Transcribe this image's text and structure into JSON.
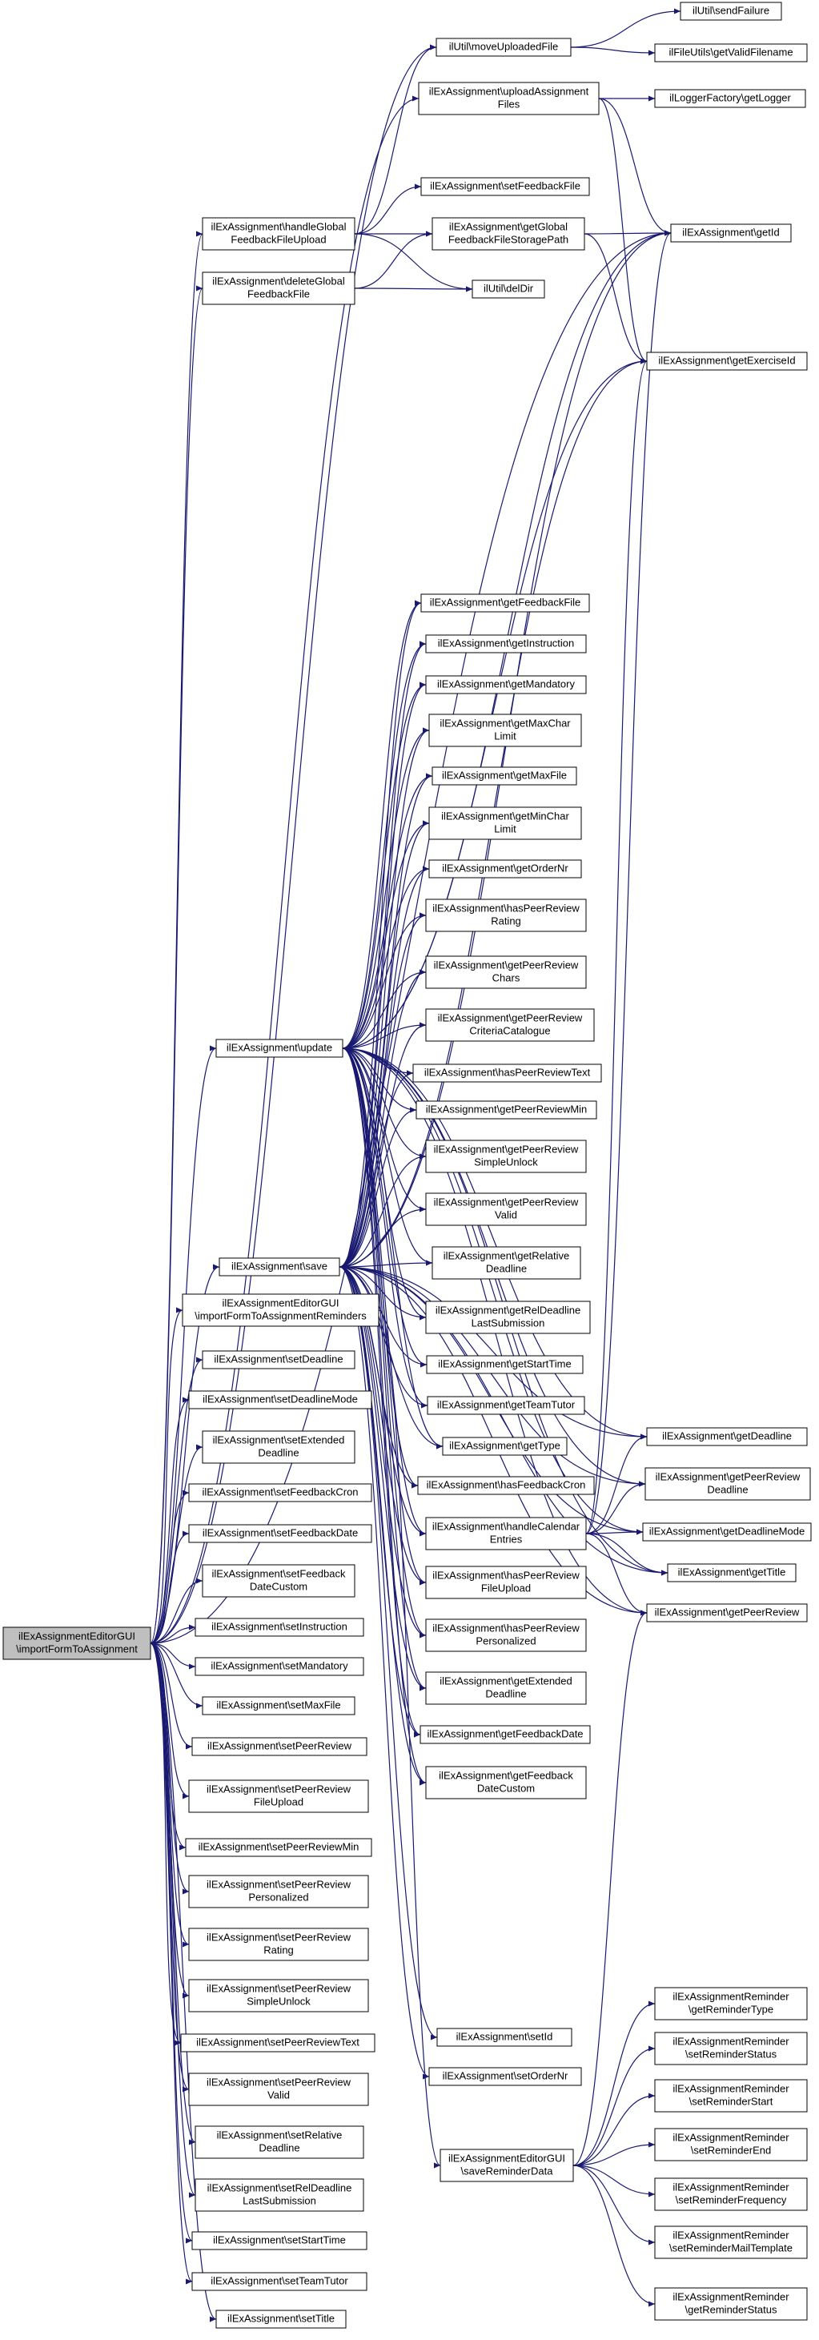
{
  "root": "ilExAssignmentEditorGUI\\importFormToAssignment",
  "nodes": [
    {
      "id": "root",
      "lines": [
        "ilExAssignmentEditorGUI",
        "\\importFormToAssignment"
      ]
    },
    {
      "id": "moveUploaded",
      "lines": [
        "ilUtil\\moveUploadedFile"
      ]
    },
    {
      "id": "sendFailure",
      "lines": [
        "ilUtil\\sendFailure"
      ]
    },
    {
      "id": "getValidFilename",
      "lines": [
        "ilFileUtils\\getValidFilename"
      ]
    },
    {
      "id": "uploadFiles",
      "lines": [
        "ilExAssignment\\uploadAssignment",
        "Files"
      ]
    },
    {
      "id": "getLogger",
      "lines": [
        "ilLoggerFactory\\getLogger"
      ]
    },
    {
      "id": "setFeedbackFile",
      "lines": [
        "ilExAssignment\\setFeedbackFile"
      ]
    },
    {
      "id": "handleGlobal",
      "lines": [
        "ilExAssignment\\handleGlobal",
        "FeedbackFileUpload"
      ]
    },
    {
      "id": "getGlobalPath",
      "lines": [
        "ilExAssignment\\getGlobal",
        "FeedbackFileStoragePath"
      ]
    },
    {
      "id": "getId",
      "lines": [
        "ilExAssignment\\getId"
      ]
    },
    {
      "id": "deleteGlobal",
      "lines": [
        "ilExAssignment\\deleteGlobal",
        "FeedbackFile"
      ]
    },
    {
      "id": "delDir",
      "lines": [
        "ilUtil\\delDir"
      ]
    },
    {
      "id": "getExerciseId",
      "lines": [
        "ilExAssignment\\getExerciseId"
      ]
    },
    {
      "id": "getFeedbackFile",
      "lines": [
        "ilExAssignment\\getFeedbackFile"
      ]
    },
    {
      "id": "getInstruction",
      "lines": [
        "ilExAssignment\\getInstruction"
      ]
    },
    {
      "id": "getMandatory",
      "lines": [
        "ilExAssignment\\getMandatory"
      ]
    },
    {
      "id": "getMaxChar",
      "lines": [
        "ilExAssignment\\getMaxChar",
        "Limit"
      ]
    },
    {
      "id": "getMaxFile",
      "lines": [
        "ilExAssignment\\getMaxFile"
      ]
    },
    {
      "id": "getMinChar",
      "lines": [
        "ilExAssignment\\getMinChar",
        "Limit"
      ]
    },
    {
      "id": "getOrderNr",
      "lines": [
        "ilExAssignment\\getOrderNr"
      ]
    },
    {
      "id": "hasPRRating",
      "lines": [
        "ilExAssignment\\hasPeerReview",
        "Rating"
      ]
    },
    {
      "id": "getPRChars",
      "lines": [
        "ilExAssignment\\getPeerReview",
        "Chars"
      ]
    },
    {
      "id": "getPRCrit",
      "lines": [
        "ilExAssignment\\getPeerReview",
        "CriteriaCatalogue"
      ]
    },
    {
      "id": "update",
      "lines": [
        "ilExAssignment\\update"
      ]
    },
    {
      "id": "hasPRText",
      "lines": [
        "ilExAssignment\\hasPeerReviewText"
      ]
    },
    {
      "id": "getPRMin",
      "lines": [
        "ilExAssignment\\getPeerReviewMin"
      ]
    },
    {
      "id": "getPRSimple",
      "lines": [
        "ilExAssignment\\getPeerReview",
        "SimpleUnlock"
      ]
    },
    {
      "id": "getPRValid",
      "lines": [
        "ilExAssignment\\getPeerReview",
        "Valid"
      ]
    },
    {
      "id": "save",
      "lines": [
        "ilExAssignment\\save"
      ]
    },
    {
      "id": "getRelDeadline",
      "lines": [
        "ilExAssignment\\getRelative",
        "Deadline"
      ]
    },
    {
      "id": "importReminders",
      "lines": [
        "ilExAssignmentEditorGUI",
        "\\importFormToAssignmentReminders"
      ]
    },
    {
      "id": "getRelDeadlineLast",
      "lines": [
        "ilExAssignment\\getRelDeadline",
        "LastSubmission"
      ]
    },
    {
      "id": "setDeadline",
      "lines": [
        "ilExAssignment\\setDeadline"
      ]
    },
    {
      "id": "getStartTime",
      "lines": [
        "ilExAssignment\\getStartTime"
      ]
    },
    {
      "id": "setDeadlineMode",
      "lines": [
        "ilExAssignment\\setDeadlineMode"
      ]
    },
    {
      "id": "getTeamTutor",
      "lines": [
        "ilExAssignment\\getTeamTutor"
      ]
    },
    {
      "id": "setExtended",
      "lines": [
        "ilExAssignment\\setExtended",
        "Deadline"
      ]
    },
    {
      "id": "getType",
      "lines": [
        "ilExAssignment\\getType"
      ]
    },
    {
      "id": "getDeadline",
      "lines": [
        "ilExAssignment\\getDeadline"
      ]
    },
    {
      "id": "setFeedbackCron",
      "lines": [
        "ilExAssignment\\setFeedbackCron"
      ]
    },
    {
      "id": "hasFeedbackCron",
      "lines": [
        "ilExAssignment\\hasFeedbackCron"
      ]
    },
    {
      "id": "getPRDeadline",
      "lines": [
        "ilExAssignment\\getPeerReview",
        "Deadline"
      ]
    },
    {
      "id": "setFeedbackDate",
      "lines": [
        "ilExAssignment\\setFeedbackDate"
      ]
    },
    {
      "id": "handleCalendar",
      "lines": [
        "ilExAssignment\\handleCalendar",
        "Entries"
      ]
    },
    {
      "id": "getDeadlineMode",
      "lines": [
        "ilExAssignment\\getDeadlineMode"
      ]
    },
    {
      "id": "setFeedbackCustom",
      "lines": [
        "ilExAssignment\\setFeedback",
        "DateCustom"
      ]
    },
    {
      "id": "hasPRFile",
      "lines": [
        "ilExAssignment\\hasPeerReview",
        "FileUpload"
      ]
    },
    {
      "id": "getTitle",
      "lines": [
        "ilExAssignment\\getTitle"
      ]
    },
    {
      "id": "setInstruction",
      "lines": [
        "ilExAssignment\\setInstruction"
      ]
    },
    {
      "id": "getPeerReview",
      "lines": [
        "ilExAssignment\\getPeerReview"
      ]
    },
    {
      "id": "hasPRPers",
      "lines": [
        "ilExAssignment\\hasPeerReview",
        "Personalized"
      ]
    },
    {
      "id": "setMandatory",
      "lines": [
        "ilExAssignment\\setMandatory"
      ]
    },
    {
      "id": "setMaxFile",
      "lines": [
        "ilExAssignment\\setMaxFile"
      ]
    },
    {
      "id": "getExtDeadline",
      "lines": [
        "ilExAssignment\\getExtended",
        "Deadline"
      ]
    },
    {
      "id": "setPeerReview",
      "lines": [
        "ilExAssignment\\setPeerReview"
      ]
    },
    {
      "id": "getFeedbackDate",
      "lines": [
        "ilExAssignment\\getFeedbackDate"
      ]
    },
    {
      "id": "setPRFile",
      "lines": [
        "ilExAssignment\\setPeerReview",
        "FileUpload"
      ]
    },
    {
      "id": "getFeedbackCustom",
      "lines": [
        "ilExAssignment\\getFeedback",
        "DateCustom"
      ]
    },
    {
      "id": "setPRMin",
      "lines": [
        "ilExAssignment\\setPeerReviewMin"
      ]
    },
    {
      "id": "setPRPers",
      "lines": [
        "ilExAssignment\\setPeerReview",
        "Personalized"
      ]
    },
    {
      "id": "setPRRating",
      "lines": [
        "ilExAssignment\\setPeerReview",
        "Rating"
      ]
    },
    {
      "id": "setPRSimple",
      "lines": [
        "ilExAssignment\\setPeerReview",
        "SimpleUnlock"
      ]
    },
    {
      "id": "setId",
      "lines": [
        "ilExAssignment\\setId"
      ]
    },
    {
      "id": "setPRText",
      "lines": [
        "ilExAssignment\\setPeerReviewText"
      ]
    },
    {
      "id": "setOrderNr",
      "lines": [
        "ilExAssignment\\setOrderNr"
      ]
    },
    {
      "id": "setPRValid",
      "lines": [
        "ilExAssignment\\setPeerReview",
        "Valid"
      ]
    },
    {
      "id": "setRelDeadline",
      "lines": [
        "ilExAssignment\\setRelative",
        "Deadline"
      ]
    },
    {
      "id": "saveReminder",
      "lines": [
        "ilExAssignmentEditorGUI",
        "\\saveReminderData"
      ]
    },
    {
      "id": "setRelDeadlineLast",
      "lines": [
        "ilExAssignment\\setRelDeadline",
        "LastSubmission"
      ]
    },
    {
      "id": "setStartTime",
      "lines": [
        "ilExAssignment\\setStartTime"
      ]
    },
    {
      "id": "setTeamTutor",
      "lines": [
        "ilExAssignment\\setTeamTutor"
      ]
    },
    {
      "id": "setTitle",
      "lines": [
        "ilExAssignment\\setTitle"
      ]
    },
    {
      "id": "remGetType",
      "lines": [
        "ilExAssignmentReminder",
        "\\getReminderType"
      ]
    },
    {
      "id": "remSetStatus",
      "lines": [
        "ilExAssignmentReminder",
        "\\setReminderStatus"
      ]
    },
    {
      "id": "remSetStart",
      "lines": [
        "ilExAssignmentReminder",
        "\\setReminderStart"
      ]
    },
    {
      "id": "remSetEnd",
      "lines": [
        "ilExAssignmentReminder",
        "\\setReminderEnd"
      ]
    },
    {
      "id": "remSetFreq",
      "lines": [
        "ilExAssignmentReminder",
        "\\setReminderFrequency"
      ]
    },
    {
      "id": "remSetMail",
      "lines": [
        "ilExAssignmentReminder",
        "\\setReminderMailTemplate"
      ]
    },
    {
      "id": "remGetStatus",
      "lines": [
        "ilExAssignmentReminder",
        "\\getReminderStatus"
      ]
    }
  ],
  "edges": [
    [
      "root",
      "moveUploaded"
    ],
    [
      "root",
      "uploadFiles"
    ],
    [
      "root",
      "getId"
    ],
    [
      "root",
      "handleGlobal"
    ],
    [
      "root",
      "deleteGlobal"
    ],
    [
      "root",
      "update"
    ],
    [
      "root",
      "save"
    ],
    [
      "root",
      "importReminders"
    ],
    [
      "root",
      "setDeadline"
    ],
    [
      "root",
      "setDeadlineMode"
    ],
    [
      "root",
      "setExtended"
    ],
    [
      "root",
      "setFeedbackCron"
    ],
    [
      "root",
      "setFeedbackDate"
    ],
    [
      "root",
      "setFeedbackCustom"
    ],
    [
      "root",
      "setInstruction"
    ],
    [
      "root",
      "setMandatory"
    ],
    [
      "root",
      "setMaxFile"
    ],
    [
      "root",
      "setPeerReview"
    ],
    [
      "root",
      "setPRFile"
    ],
    [
      "root",
      "setPRMin"
    ],
    [
      "root",
      "setPRPers"
    ],
    [
      "root",
      "setPRRating"
    ],
    [
      "root",
      "setPRSimple"
    ],
    [
      "root",
      "setPRText"
    ],
    [
      "root",
      "setPRValid"
    ],
    [
      "root",
      "setRelDeadline"
    ],
    [
      "root",
      "setRelDeadlineLast"
    ],
    [
      "root",
      "setStartTime"
    ],
    [
      "root",
      "setTeamTutor"
    ],
    [
      "root",
      "setTitle"
    ],
    [
      "moveUploaded",
      "sendFailure"
    ],
    [
      "moveUploaded",
      "getValidFilename"
    ],
    [
      "uploadFiles",
      "getLogger"
    ],
    [
      "uploadFiles",
      "getId"
    ],
    [
      "uploadFiles",
      "getExerciseId"
    ],
    [
      "handleGlobal",
      "setFeedbackFile"
    ],
    [
      "handleGlobal",
      "getGlobalPath"
    ],
    [
      "handleGlobal",
      "delDir"
    ],
    [
      "handleGlobal",
      "moveUploaded"
    ],
    [
      "getGlobalPath",
      "getId"
    ],
    [
      "getGlobalPath",
      "getExerciseId"
    ],
    [
      "deleteGlobal",
      "getGlobalPath"
    ],
    [
      "deleteGlobal",
      "delDir"
    ],
    [
      "update",
      "getId"
    ],
    [
      "update",
      "getExerciseId"
    ],
    [
      "update",
      "getFeedbackFile"
    ],
    [
      "update",
      "getInstruction"
    ],
    [
      "update",
      "getMandatory"
    ],
    [
      "update",
      "getMaxChar"
    ],
    [
      "update",
      "getMaxFile"
    ],
    [
      "update",
      "getMinChar"
    ],
    [
      "update",
      "getOrderNr"
    ],
    [
      "update",
      "hasPRRating"
    ],
    [
      "update",
      "getPRChars"
    ],
    [
      "update",
      "getPRCrit"
    ],
    [
      "update",
      "hasPRText"
    ],
    [
      "update",
      "getPRMin"
    ],
    [
      "update",
      "getPRSimple"
    ],
    [
      "update",
      "getPRValid"
    ],
    [
      "update",
      "getRelDeadline"
    ],
    [
      "update",
      "getRelDeadlineLast"
    ],
    [
      "update",
      "getStartTime"
    ],
    [
      "update",
      "getTeamTutor"
    ],
    [
      "update",
      "getType"
    ],
    [
      "update",
      "hasFeedbackCron"
    ],
    [
      "update",
      "handleCalendar"
    ],
    [
      "update",
      "hasPRFile"
    ],
    [
      "update",
      "hasPRPers"
    ],
    [
      "update",
      "getExtDeadline"
    ],
    [
      "update",
      "getFeedbackDate"
    ],
    [
      "update",
      "getFeedbackCustom"
    ],
    [
      "update",
      "getDeadline"
    ],
    [
      "update",
      "getDeadlineMode"
    ],
    [
      "update",
      "getTitle"
    ],
    [
      "update",
      "getPeerReview"
    ],
    [
      "update",
      "getPRDeadline"
    ],
    [
      "save",
      "getId"
    ],
    [
      "save",
      "getExerciseId"
    ],
    [
      "save",
      "getFeedbackFile"
    ],
    [
      "save",
      "getInstruction"
    ],
    [
      "save",
      "getMandatory"
    ],
    [
      "save",
      "getMaxChar"
    ],
    [
      "save",
      "getMaxFile"
    ],
    [
      "save",
      "getMinChar"
    ],
    [
      "save",
      "getOrderNr"
    ],
    [
      "save",
      "hasPRRating"
    ],
    [
      "save",
      "getPRChars"
    ],
    [
      "save",
      "getPRCrit"
    ],
    [
      "save",
      "hasPRText"
    ],
    [
      "save",
      "getPRMin"
    ],
    [
      "save",
      "getPRSimple"
    ],
    [
      "save",
      "getPRValid"
    ],
    [
      "save",
      "getRelDeadline"
    ],
    [
      "save",
      "getRelDeadlineLast"
    ],
    [
      "save",
      "getStartTime"
    ],
    [
      "save",
      "getTeamTutor"
    ],
    [
      "save",
      "getType"
    ],
    [
      "save",
      "hasFeedbackCron"
    ],
    [
      "save",
      "handleCalendar"
    ],
    [
      "save",
      "hasPRFile"
    ],
    [
      "save",
      "hasPRPers"
    ],
    [
      "save",
      "getExtDeadline"
    ],
    [
      "save",
      "getFeedbackDate"
    ],
    [
      "save",
      "getFeedbackCustom"
    ],
    [
      "save",
      "setId"
    ],
    [
      "save",
      "setOrderNr"
    ],
    [
      "save",
      "getDeadline"
    ],
    [
      "save",
      "getDeadlineMode"
    ],
    [
      "save",
      "getTitle"
    ],
    [
      "save",
      "getPeerReview"
    ],
    [
      "save",
      "getPRDeadline"
    ],
    [
      "importReminders",
      "saveReminder"
    ],
    [
      "handleCalendar",
      "getDeadline"
    ],
    [
      "handleCalendar",
      "getPRDeadline"
    ],
    [
      "handleCalendar",
      "getDeadlineMode"
    ],
    [
      "handleCalendar",
      "getTitle"
    ],
    [
      "handleCalendar",
      "getPeerReview"
    ],
    [
      "handleCalendar",
      "getId"
    ],
    [
      "handleCalendar",
      "getExerciseId"
    ],
    [
      "saveReminder",
      "remGetType"
    ],
    [
      "saveReminder",
      "remSetStatus"
    ],
    [
      "saveReminder",
      "remSetStart"
    ],
    [
      "saveReminder",
      "remSetEnd"
    ],
    [
      "saveReminder",
      "remSetFreq"
    ],
    [
      "saveReminder",
      "remSetMail"
    ],
    [
      "saveReminder",
      "remGetStatus"
    ],
    [
      "saveReminder",
      "getPeerReview"
    ]
  ]
}
